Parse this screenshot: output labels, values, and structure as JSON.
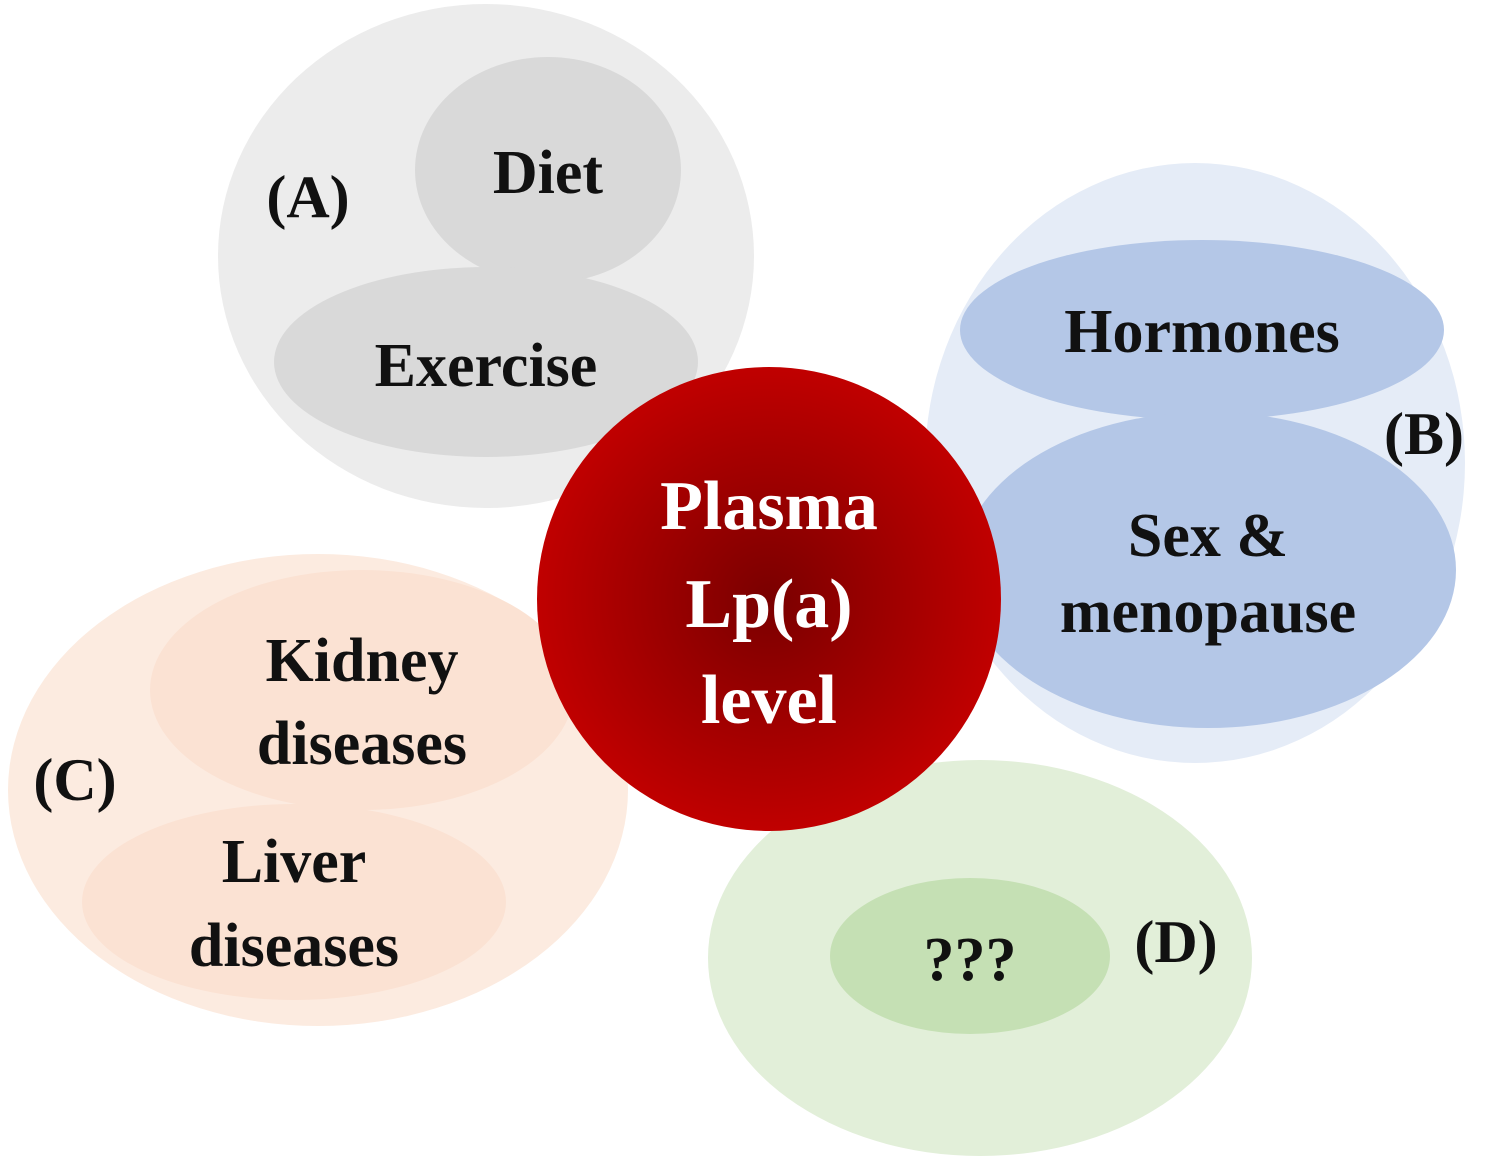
{
  "center": {
    "line1": "Plasma",
    "line2": "Lp(a)",
    "line3": "level"
  },
  "groups": {
    "a": {
      "tag": "(A)",
      "diet": "Diet",
      "exercise": "Exercise"
    },
    "b": {
      "tag": "(B)",
      "hormones": "Hormones",
      "sex_line1": "Sex &",
      "sex_line2": "menopause"
    },
    "c": {
      "tag": "(C)",
      "kidney_line1": "Kidney",
      "kidney_line2": "diseases",
      "liver_line1": "Liver",
      "liver_line2": "diseases"
    },
    "d": {
      "tag": "(D)",
      "unknown": "???"
    }
  },
  "colors": {
    "group_a_outer": "#ececec",
    "group_a_inner": "#d9d9d9",
    "group_b_outer": "#e5ecf7",
    "group_b_inner": "#b4c7e7",
    "group_c_outer": "#fcebe0",
    "group_c_inner": "#fbe2d3",
    "group_d_outer": "#e2efd9",
    "group_d_inner": "#c5e0b4",
    "center_fill": "#c00000",
    "center_shade": "#7a0000"
  }
}
